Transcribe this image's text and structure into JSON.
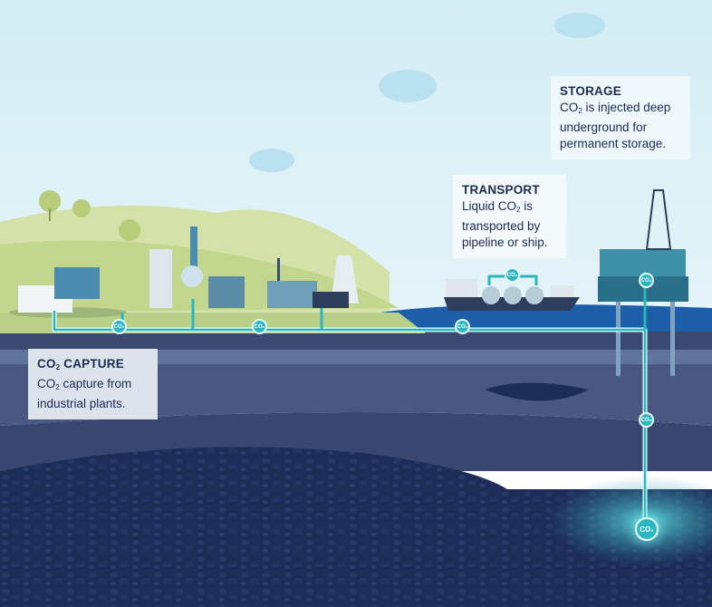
{
  "storage": {
    "title": "STORAGE",
    "text_pre": "CO",
    "text_sub": "2",
    "text_post": " is injected deep underground for permanent storage."
  },
  "transport": {
    "title": "TRANSPORT",
    "text_pre": "Liquid CO",
    "text_sub": "2",
    "text_post": " is transported by pipeline or ship."
  },
  "capture": {
    "title_pre": "CO",
    "title_sub": "2",
    "title_post": " CAPTURE",
    "text_pre": "CO",
    "text_sub": "2",
    "text_post": " capture from industrial plants."
  },
  "badge_label": "CO₂",
  "colors": {
    "sky": "#dcf0f6",
    "sea": "#1d5ea8",
    "pipeline": "#2bb6c0",
    "rock": "#1e2d58",
    "text": "#1b2a55"
  }
}
